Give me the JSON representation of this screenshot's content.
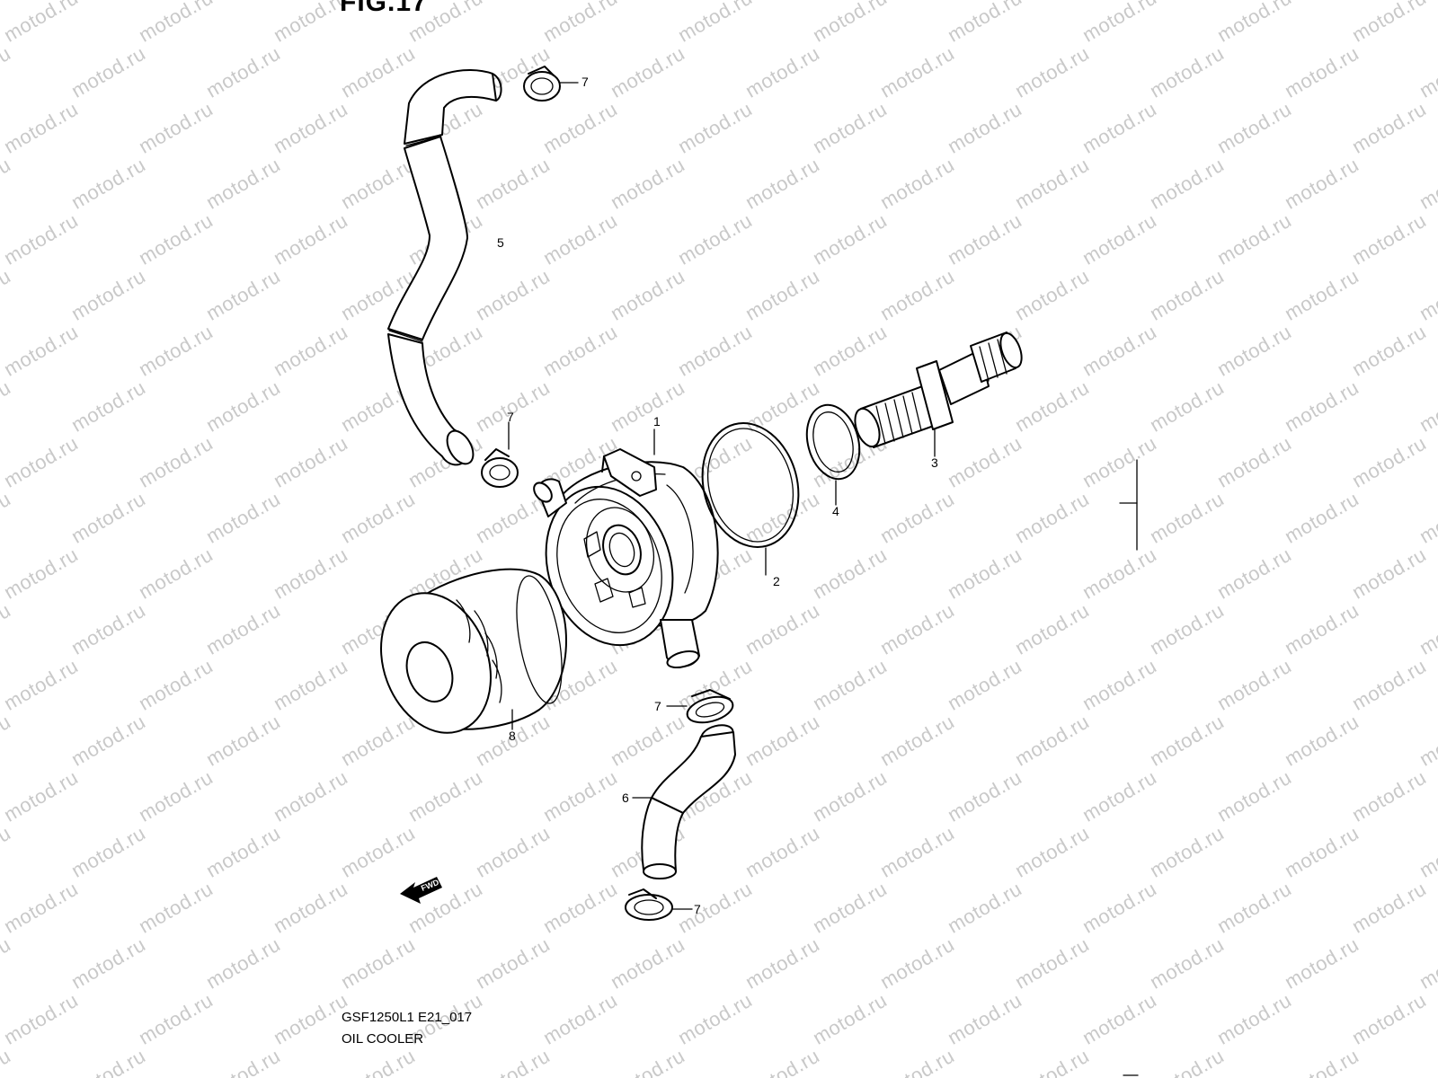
{
  "figure": {
    "title": "FIG.17"
  },
  "watermark": {
    "text": "motod.ru"
  },
  "footer": {
    "code": "GSF1250L1 E21_017",
    "name": "OIL COOLER"
  },
  "fwd_label": "FWD",
  "callouts": {
    "c1": "1",
    "c2": "2",
    "c3": "3",
    "c4": "4",
    "c5": "5",
    "c6": "6",
    "c7a": "7",
    "c7b": "7",
    "c7c": "7",
    "c7d": "7",
    "c8": "8"
  }
}
